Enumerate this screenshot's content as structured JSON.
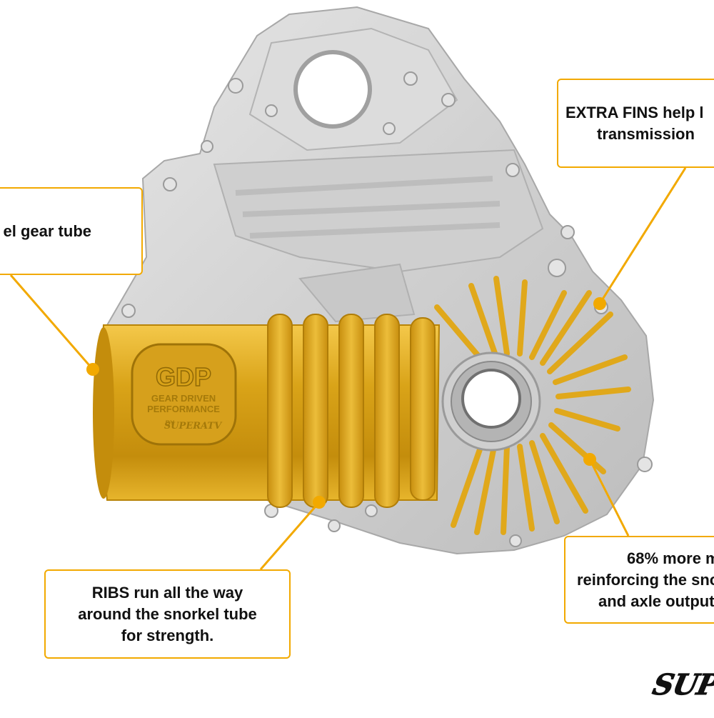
{
  "callouts": {
    "fins": {
      "lines": [
        "EXTRA FINS help l",
        "transmission"
      ]
    },
    "tube": {
      "lines": [
        "el gear tube"
      ]
    },
    "ribs": {
      "lines": [
        "RIBS run all the way",
        "around the snorkel tube",
        "for strength."
      ]
    },
    "material": {
      "lines": [
        "68% more m",
        "reinforcing the sno",
        "and axle output"
      ]
    }
  },
  "product_logo": {
    "brand": "GDP",
    "line1": "GEAR DRIVEN",
    "line2": "PERFORMANCE",
    "by": "BY",
    "maker": "SUPERATV"
  },
  "corner_logo": {
    "text": "SUP"
  },
  "colors": {
    "accent": "#f2a900",
    "gold": "#d9a318",
    "casing": "#d4d4d4"
  }
}
